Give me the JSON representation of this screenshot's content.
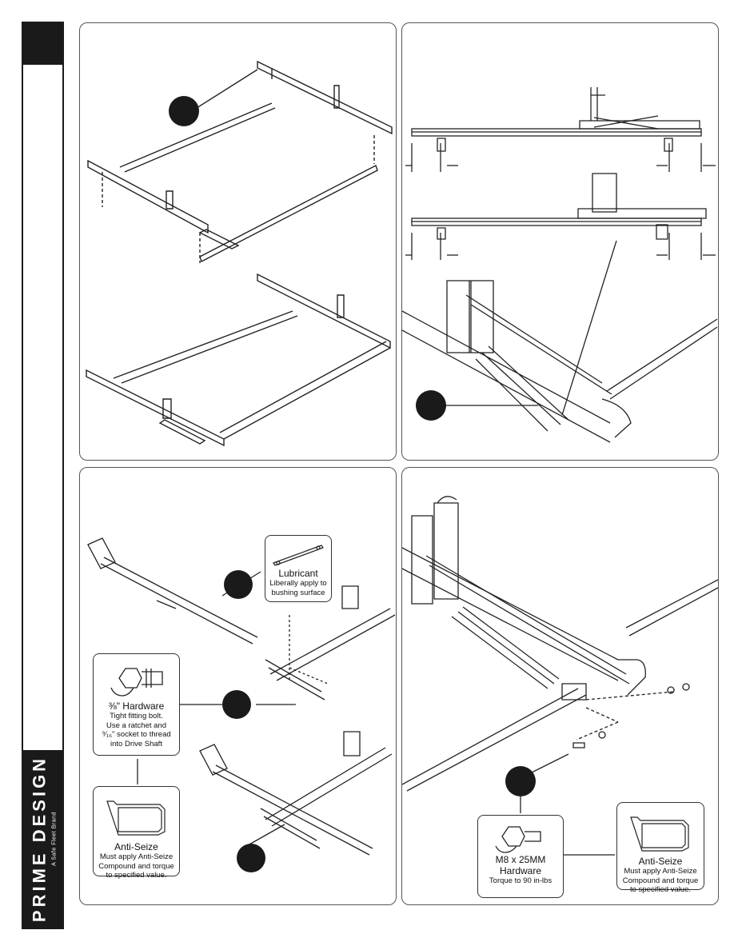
{
  "brand": {
    "name": "PRIME DESIGN",
    "tagline": "A Safe Fleet Brand"
  },
  "panel3": {
    "lubricant": {
      "title": "Lubricant",
      "desc": "Liberally apply to bushing surface"
    },
    "hardware": {
      "title": "⅜\" Hardware",
      "lines": [
        "Tight fitting bolt.",
        "Use a ratchet and",
        "⁹⁄₁₆\" socket to thread",
        "into Drive Shaft"
      ]
    },
    "antiseize": {
      "title": "Anti-Seize",
      "lines": [
        "Must apply Anti-Seize",
        "Compound and torque",
        "to specified value."
      ]
    }
  },
  "panel4": {
    "hardware": {
      "title_lines": [
        "M8 x 25MM",
        "Hardware"
      ],
      "desc": "Torque to 90 in-lbs"
    },
    "antiseize": {
      "title": "Anti-Seize",
      "lines": [
        "Must apply Anti-Seize",
        "Compound and torque",
        "to specified value."
      ]
    }
  }
}
